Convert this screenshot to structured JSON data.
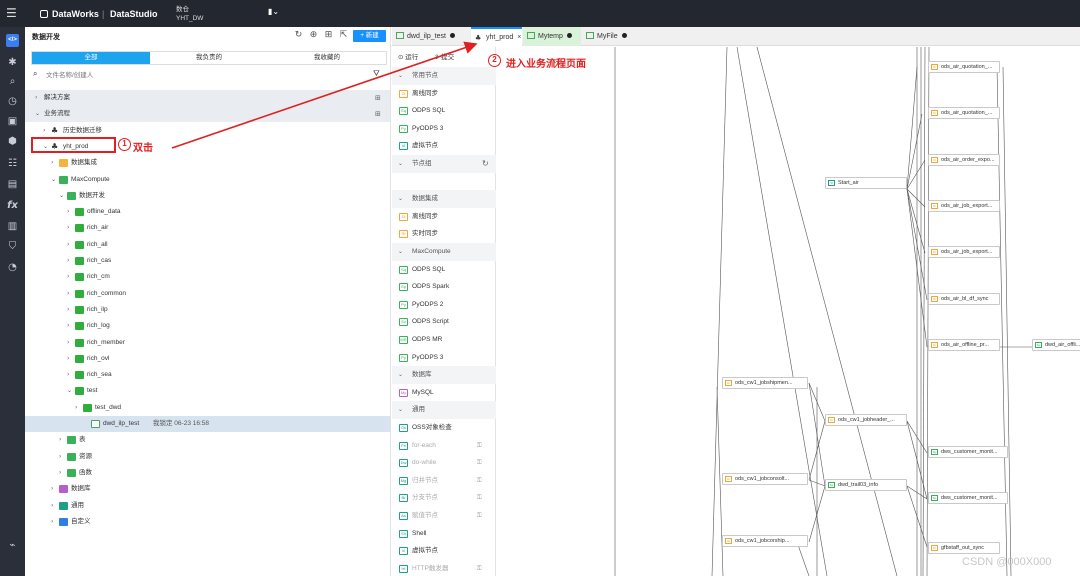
{
  "topbar": {
    "app_name": "DataWorks",
    "separator": "|",
    "product": "DataStudio",
    "workspace_line1": "数仓",
    "workspace_line2": "YHT_DW",
    "bookmark_icon": "bookmark-icon"
  },
  "rail": {
    "active_label": "</>",
    "icons": [
      "gear-icon",
      "search-icon",
      "clock-icon",
      "briefcase-icon",
      "cube-icon",
      "list-icon",
      "table-icon",
      "fx-icon",
      "trash-icon",
      "shield-icon",
      "audit-icon",
      "chart-icon"
    ]
  },
  "explorer": {
    "title": "数据开发",
    "new_button": "+ 新建",
    "tabs": [
      "全部",
      "我负责的",
      "我收藏的"
    ],
    "search_placeholder": "文件名称/创建人",
    "rows": [
      {
        "label": "解决方案",
        "level": 0,
        "arrow": "›",
        "icon": "",
        "section": true
      },
      {
        "label": "业务流程",
        "level": 0,
        "arrow": "⌄",
        "icon": "",
        "section": true
      },
      {
        "label": "历史数据迁移",
        "level": 1,
        "arrow": "›",
        "icon": "dark"
      },
      {
        "label": "yht_prod",
        "level": 1,
        "arrow": "⌄",
        "icon": "dark"
      },
      {
        "label": "数据集成",
        "level": 2,
        "arrow": "›",
        "icon": "orange"
      },
      {
        "label": "MaxCompute",
        "level": 2,
        "arrow": "⌄",
        "icon": "green"
      },
      {
        "label": "数据开发",
        "level": 3,
        "arrow": "⌄",
        "icon": "green"
      },
      {
        "label": "offline_data",
        "level": 4,
        "arrow": "›",
        "icon": "folder"
      },
      {
        "label": "rich_air",
        "level": 4,
        "arrow": "›",
        "icon": "folder"
      },
      {
        "label": "rich_all",
        "level": 4,
        "arrow": "›",
        "icon": "folder"
      },
      {
        "label": "rich_cas",
        "level": 4,
        "arrow": "›",
        "icon": "folder"
      },
      {
        "label": "rich_cm",
        "level": 4,
        "arrow": "›",
        "icon": "folder"
      },
      {
        "label": "rich_common",
        "level": 4,
        "arrow": "›",
        "icon": "folder"
      },
      {
        "label": "rich_ilp",
        "level": 4,
        "arrow": "›",
        "icon": "folder"
      },
      {
        "label": "rich_log",
        "level": 4,
        "arrow": "›",
        "icon": "folder"
      },
      {
        "label": "rich_member",
        "level": 4,
        "arrow": "›",
        "icon": "folder"
      },
      {
        "label": "rich_ovl",
        "level": 4,
        "arrow": "›",
        "icon": "folder"
      },
      {
        "label": "rich_sea",
        "level": 4,
        "arrow": "›",
        "icon": "folder"
      },
      {
        "label": "test",
        "level": 4,
        "arrow": "⌄",
        "icon": "folder"
      },
      {
        "label": "test_dwd",
        "level": 5,
        "arrow": "›",
        "icon": "folder"
      },
      {
        "label": "dwd_ilp_test",
        "level": 6,
        "arrow": "",
        "icon": "gfile",
        "meta": "我锁定   06-23 16:58",
        "selected": true
      },
      {
        "label": "表",
        "level": 3,
        "arrow": "›",
        "icon": "green"
      },
      {
        "label": "资源",
        "level": 3,
        "arrow": "›",
        "icon": "green"
      },
      {
        "label": "函数",
        "level": 3,
        "arrow": "›",
        "icon": "green"
      },
      {
        "label": "数据库",
        "level": 2,
        "arrow": "›",
        "icon": "purple"
      },
      {
        "label": "通用",
        "level": 2,
        "arrow": "›",
        "icon": "teal"
      },
      {
        "label": "自定义",
        "level": 2,
        "arrow": "›",
        "icon": "blue"
      }
    ]
  },
  "editor_tabs": [
    {
      "label": "dwd_ilp_test",
      "state": "dot"
    },
    {
      "label": "yht_prod",
      "state": "close",
      "active": true
    },
    {
      "label": "Mytemp",
      "state": "dot",
      "green": true
    },
    {
      "label": "MyFile",
      "state": "dot"
    }
  ],
  "library": {
    "run": "运行",
    "submit": "提交",
    "rows": [
      {
        "type": "group",
        "label": "常用节点"
      },
      {
        "type": "node",
        "label": "离线同步",
        "icon": "o",
        "abbr": "Di"
      },
      {
        "type": "node",
        "label": "ODPS SQL",
        "icon": "g",
        "abbr": "Sq"
      },
      {
        "type": "node",
        "label": "PyODPS 3",
        "icon": "g",
        "abbr": "Py"
      },
      {
        "type": "node",
        "label": "虚拟节点",
        "icon": "t",
        "abbr": "Vi"
      },
      {
        "type": "group",
        "label": "节点组",
        "refresh": true
      },
      {
        "type": "spacer"
      },
      {
        "type": "group",
        "label": "数据集成"
      },
      {
        "type": "node",
        "label": "离线同步",
        "icon": "o",
        "abbr": "Di"
      },
      {
        "type": "node",
        "label": "实时同步",
        "icon": "o",
        "abbr": "Rt"
      },
      {
        "type": "group",
        "label": "MaxCompute"
      },
      {
        "type": "node",
        "label": "ODPS SQL",
        "icon": "g",
        "abbr": "Sq"
      },
      {
        "type": "node",
        "label": "ODPS Spark",
        "icon": "g",
        "abbr": "Sp"
      },
      {
        "type": "node",
        "label": "PyODPS 2",
        "icon": "g",
        "abbr": "Py"
      },
      {
        "type": "node",
        "label": "ODPS Script",
        "icon": "g",
        "abbr": "Sc"
      },
      {
        "type": "node",
        "label": "ODPS MR",
        "icon": "g",
        "abbr": "MR"
      },
      {
        "type": "node",
        "label": "PyODPS 3",
        "icon": "g",
        "abbr": "Py"
      },
      {
        "type": "group",
        "label": "数据库"
      },
      {
        "type": "node",
        "label": "MySQL",
        "icon": "p",
        "abbr": "My"
      },
      {
        "type": "group",
        "label": "通用"
      },
      {
        "type": "node",
        "label": "OSS对象检查",
        "icon": "t",
        "abbr": "Os"
      },
      {
        "type": "node",
        "label": "for-each",
        "icon": "t",
        "abbr": "Fe",
        "disabled": true
      },
      {
        "type": "node",
        "label": "do-while",
        "icon": "t",
        "abbr": "Dw",
        "disabled": true
      },
      {
        "type": "node",
        "label": "归并节点",
        "icon": "t",
        "abbr": "Mg",
        "disabled": true
      },
      {
        "type": "node",
        "label": "分支节点",
        "icon": "t",
        "abbr": "Br",
        "disabled": true
      },
      {
        "type": "node",
        "label": "赋值节点",
        "icon": "t",
        "abbr": "As",
        "disabled": true
      },
      {
        "type": "node",
        "label": "Shell",
        "icon": "t",
        "abbr": "Sh"
      },
      {
        "type": "node",
        "label": "虚拟节点",
        "icon": "t",
        "abbr": "Vi"
      },
      {
        "type": "node",
        "label": "HTTP触发器",
        "icon": "t",
        "abbr": "Ht",
        "disabled": true
      }
    ]
  },
  "canvas_nodes": [
    {
      "label": "ods_air_quotation_...",
      "icon": "o"
    },
    {
      "label": "ods_air_quotation_...",
      "icon": "o"
    },
    {
      "label": "ods_air_order_expo...",
      "icon": "o"
    },
    {
      "label": "Start_air",
      "icon": "t"
    },
    {
      "label": "ods_air_job_export...",
      "icon": "o"
    },
    {
      "label": "ods_air_job_export...",
      "icon": "o"
    },
    {
      "label": "ods_air_bl_df_sync",
      "icon": "o"
    },
    {
      "label": "ods_air_offline_pr...",
      "icon": "o"
    },
    {
      "label": "dwd_air_offli...",
      "icon": "g"
    },
    {
      "label": "ods_cw1_jobshipmen...",
      "icon": "o"
    },
    {
      "label": "ods_cw1_jobheader_...",
      "icon": "o"
    },
    {
      "label": "dws_customer_monit...",
      "icon": "g"
    },
    {
      "label": "ods_cw1_jobconsolt...",
      "icon": "o"
    },
    {
      "label": "dwd_trail03_info",
      "icon": "g"
    },
    {
      "label": "dws_customer_monit...",
      "icon": "g"
    },
    {
      "label": "ods_cw1_jobcorship...",
      "icon": "o"
    },
    {
      "label": "gfbstaff_out_sync",
      "icon": "o"
    }
  ],
  "annotations": {
    "step1_number": "1",
    "step1_text": "双击",
    "step2_number": "2",
    "step2_text": "进入业务流程页面",
    "color": "#e02020"
  },
  "watermark": "CSDN @000X000"
}
